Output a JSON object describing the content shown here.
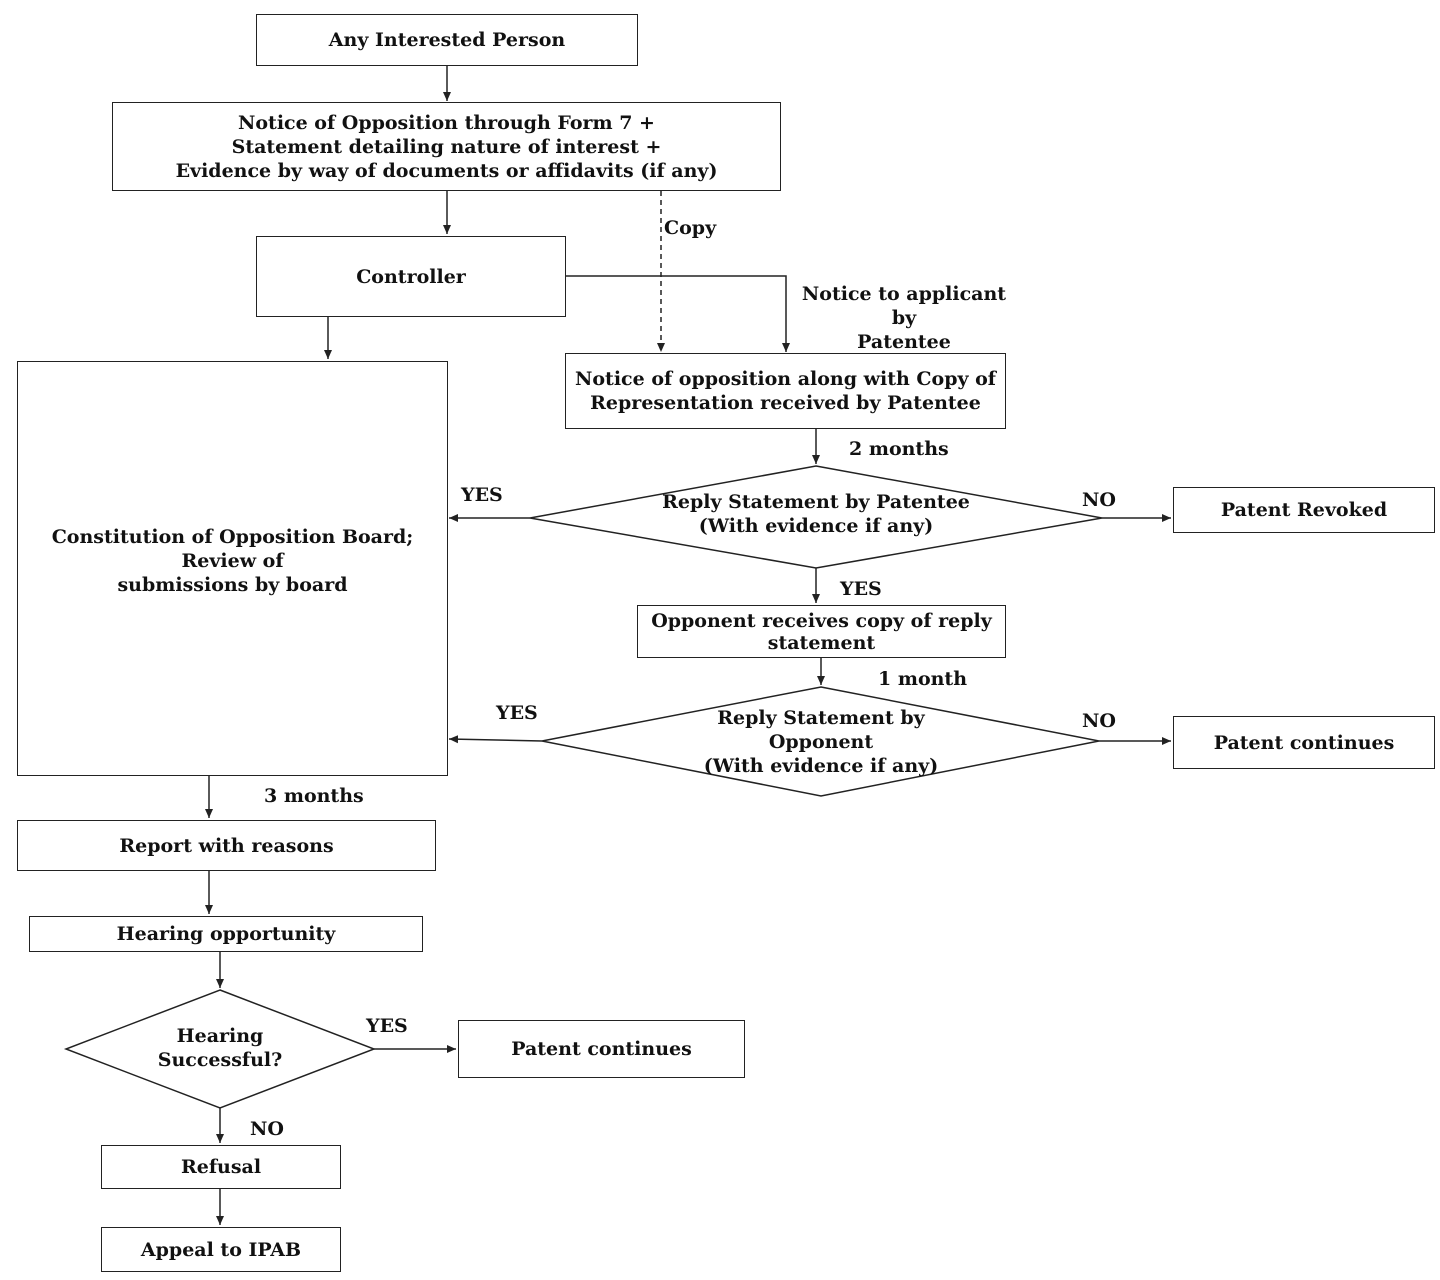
{
  "nodes": {
    "interested_person": "Any Interested Person",
    "notice_opposition_form7": "Notice of Opposition through Form 7 +\nStatement  detailing nature of interest +\nEvidence by way of documents or affidavits (if any)",
    "controller": "Controller",
    "opposition_board": "Constitution of Opposition Board; Review of\nsubmissions by board",
    "notice_received_patentee": "Notice of opposition along with Copy of\nRepresentation received by Patentee",
    "reply_patentee": "Reply Statement by Patentee\n(With evidence if any)",
    "patent_revoked": "Patent Revoked",
    "opponent_receives_copy": "Opponent receives copy of reply\nstatement",
    "reply_opponent": "Reply Statement by\nOpponent\n(With evidence if any)",
    "patent_continues_1": "Patent continues",
    "report_with_reasons": "Report with reasons",
    "hearing_opportunity": "Hearing opportunity",
    "hearing_successful": "Hearing\nSuccessful?",
    "patent_continues_2": "Patent continues",
    "refusal": "Refusal",
    "appeal_ipab": "Appeal to IPAB"
  },
  "edge_labels": {
    "copy": "Copy",
    "notice_to_applicant": "Notice to applicant by\nPatentee",
    "two_months": "2 months",
    "yes_patentee_reply": "YES",
    "no_patentee_reply": "NO",
    "yes_to_opponent": "YES",
    "one_month": "1 month",
    "yes_opponent_reply": "YES",
    "no_opponent_reply": "NO",
    "three_months": "3 months",
    "yes_hearing": "YES",
    "no_hearing": "NO"
  }
}
